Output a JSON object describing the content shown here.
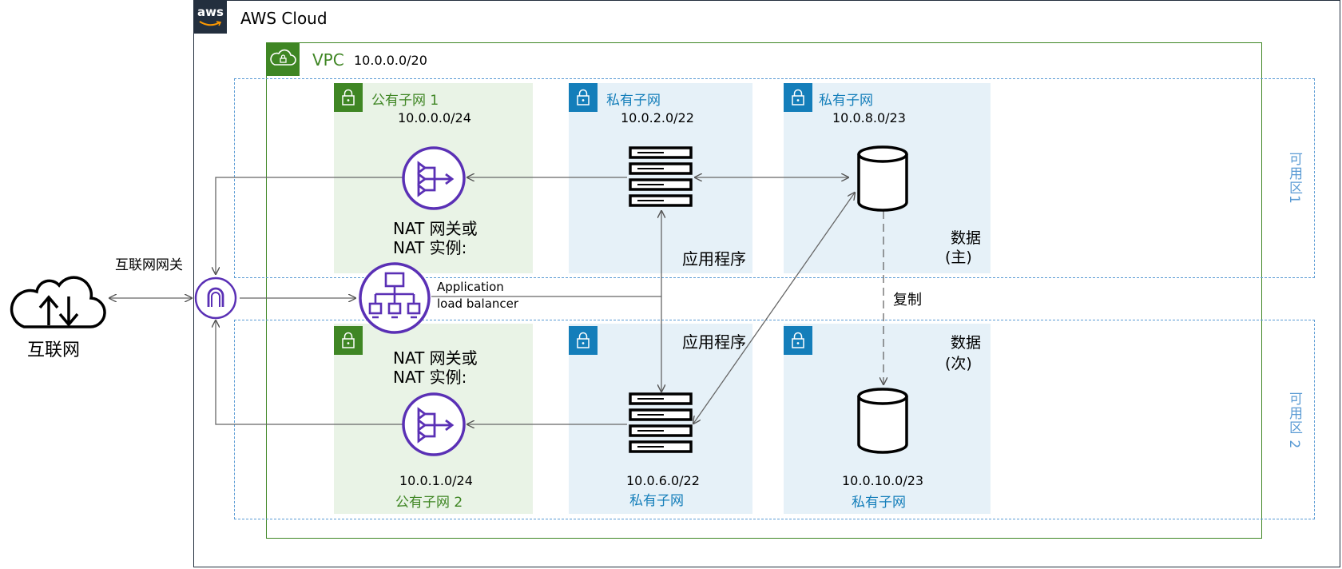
{
  "aws_cloud": {
    "label": "AWS Cloud",
    "logo_text": "aws"
  },
  "vpc": {
    "label": "VPC",
    "cidr": "10.0.0.0/20"
  },
  "availability_zones": {
    "az1": "可用区1",
    "az2": "可用区 2"
  },
  "subnets": {
    "public_1": {
      "name": "公有子网 1",
      "cidr": "10.0.0.0/24"
    },
    "private_app_1": {
      "name": "私有子网",
      "cidr": "10.0.2.0/22"
    },
    "private_db_1": {
      "name": "私有子网",
      "cidr": "10.0.8.0/23"
    },
    "public_2": {
      "name": "公有子网 2",
      "cidr": "10.0.1.0/24"
    },
    "private_app_2": {
      "name": "私有子网",
      "cidr": "10.0.6.0/22"
    },
    "private_db_2": {
      "name": "私有子网",
      "cidr": "10.0.10.0/23"
    }
  },
  "nodes": {
    "internet": "互联网",
    "internet_gateway": "互联网网关",
    "nat_1": [
      "NAT 网关或",
      "NAT 实例:"
    ],
    "nat_2": [
      "NAT 网关或",
      "NAT 实例:"
    ],
    "alb": [
      "Application",
      "load balancer"
    ],
    "app_1": "应用程序",
    "app_2": "应用程序",
    "db_primary": [
      "数据",
      "(主)"
    ],
    "db_secondary": [
      "数据",
      "(次)"
    ],
    "replication": "复制"
  },
  "colors": {
    "aws_dark": "#232f3e",
    "vpc_green": "#3f8624",
    "subnet_blue": "#147eba",
    "nat_purple": "#5a30b5",
    "az_dashed": "#5a9bd4",
    "public_fill": "#e9f3e6",
    "private_fill": "#e6f1f8"
  }
}
